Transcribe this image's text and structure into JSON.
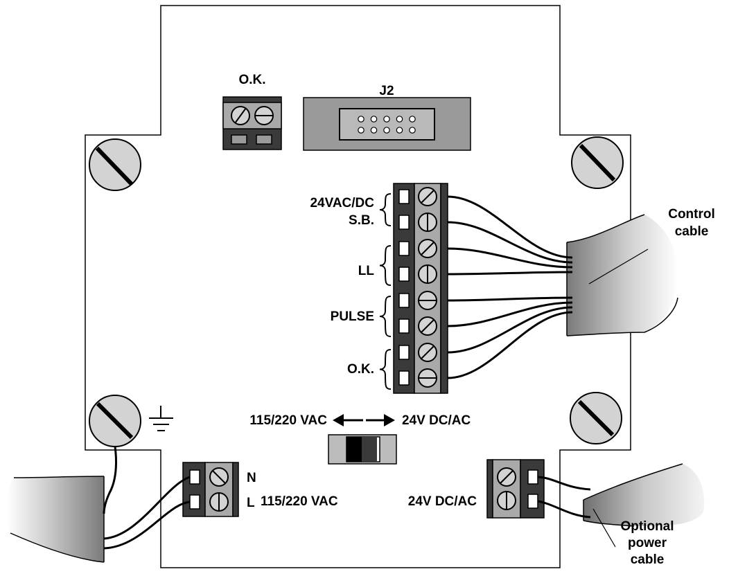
{
  "labels": {
    "ok_top": "O.K.",
    "j2": "J2",
    "supply_line1": "24VAC/DC",
    "supply_line2": "S.B.",
    "ll": "LL",
    "pulse": "PULSE",
    "ok_side": "O.K.",
    "control_line1": "Control",
    "control_line2": "cable",
    "switch_left": "115/220 VAC",
    "switch_right": "24V DC/AC",
    "terminal_n": "N",
    "terminal_l": "L",
    "ac_terminal": "115/220 VAC",
    "dc_terminal": "24V DC/AC",
    "optional_line1": "Optional",
    "optional_line2": "power",
    "optional_line3": "cable"
  },
  "icons": {
    "mount_screw": "slotted-screw-icon",
    "ground": "ground-symbol-icon",
    "arrow_left": "arrow-left-icon",
    "arrow_right": "arrow-right-icon"
  },
  "colors": {
    "outline": "#000000",
    "terminal_dark": "#3a3a3a",
    "terminal_light": "#a9a9a9",
    "screw_fill": "#d3d3d3",
    "header_fill": "#9a9a9a",
    "switch_body": "#bcbcbc"
  }
}
